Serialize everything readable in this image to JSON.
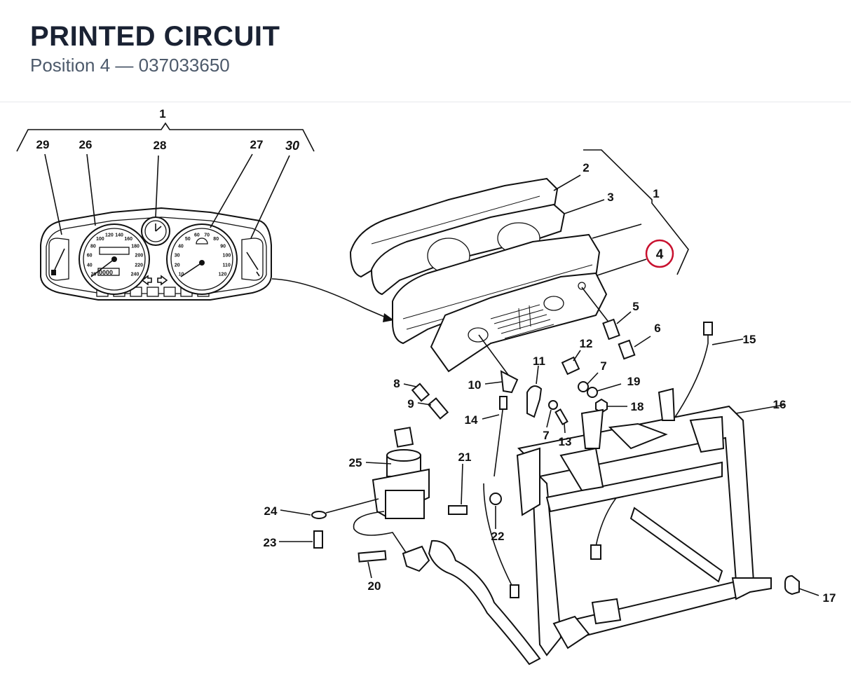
{
  "header": {
    "title": "PRINTED CIRCUIT",
    "subtitle": "Position 4 — 037033650"
  },
  "highlight": {
    "callout": "4",
    "color": "#c8102e"
  },
  "callouts": {
    "c1_top": "1",
    "c29": "29",
    "c26": "26",
    "c28": "28",
    "c27": "27",
    "c30": "30",
    "c2": "2",
    "c3": "3",
    "c1_right": "1",
    "c5": "5",
    "c6": "6",
    "c15": "15",
    "c12": "12",
    "c7a": "7",
    "c11": "11",
    "c19": "19",
    "c18": "18",
    "c16": "16",
    "c8": "8",
    "c9": "9",
    "c10": "10",
    "c14": "14",
    "c7b": "7",
    "c13": "13",
    "c25": "25",
    "c21": "21",
    "c24": "24",
    "c22": "22",
    "c23": "23",
    "c20": "20",
    "c17": "17"
  },
  "dash": {
    "speedo_ticks": [
      "20",
      "40",
      "60",
      "80",
      "100",
      "120",
      "140",
      "160",
      "180",
      "200",
      "220",
      "240"
    ],
    "rev_ticks": [
      "10",
      "20",
      "30",
      "40",
      "50",
      "60",
      "70",
      "80",
      "90",
      "100",
      "110",
      "120"
    ],
    "odometer": "0000"
  }
}
